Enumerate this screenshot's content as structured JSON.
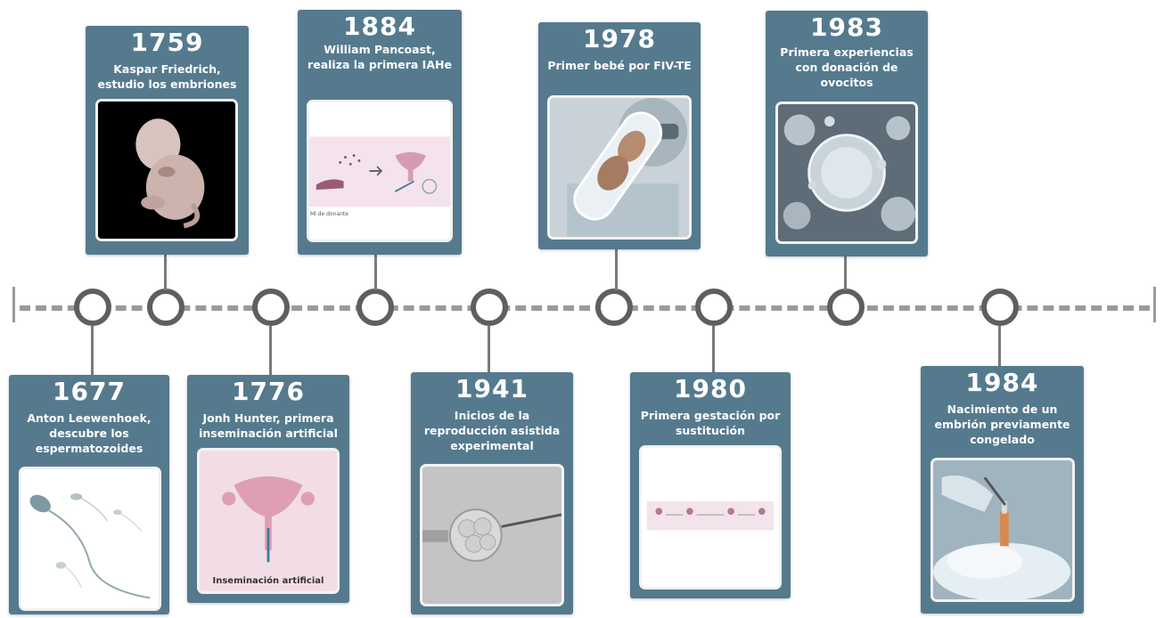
{
  "events": [
    {
      "year": "1677",
      "text": "Anton Leewenhoek, descubre los espermatozoides",
      "image": "sperm-cells-icon"
    },
    {
      "year": "1759",
      "text": "Kaspar Friedrich, estudio los embriones",
      "image": "embryo-photo-icon"
    },
    {
      "year": "1776",
      "text": "Jonh Hunter, primera inseminación artificial",
      "image": "insemination-diagram-icon",
      "caption": "Inseminación artificial"
    },
    {
      "year": "1884",
      "text": "William Pancoast, realiza la primera IAHe",
      "image": "donor-insemination-diagram-icon",
      "caption": "Ml de donante"
    },
    {
      "year": "1941",
      "text": "Inicios de la reproducción asistida experimental",
      "image": "micro-injection-icon"
    },
    {
      "year": "1978",
      "text": "Primer bebé por FIV-TE",
      "image": "test-tube-baby-icon"
    },
    {
      "year": "1980",
      "text": "Primera gestación por sustitución",
      "image": "surrogacy-diagram-icon"
    },
    {
      "year": "1983",
      "text": "Primera experiencias con donación de ovocitos",
      "image": "oocytes-icon"
    },
    {
      "year": "1984",
      "text": "Nacimiento de un embrión previamente congelado",
      "image": "cryopreservation-icon"
    }
  ],
  "colors": {
    "card": "#557a8e",
    "axis": "#9a9a9a",
    "node": "#5f5f5f"
  }
}
